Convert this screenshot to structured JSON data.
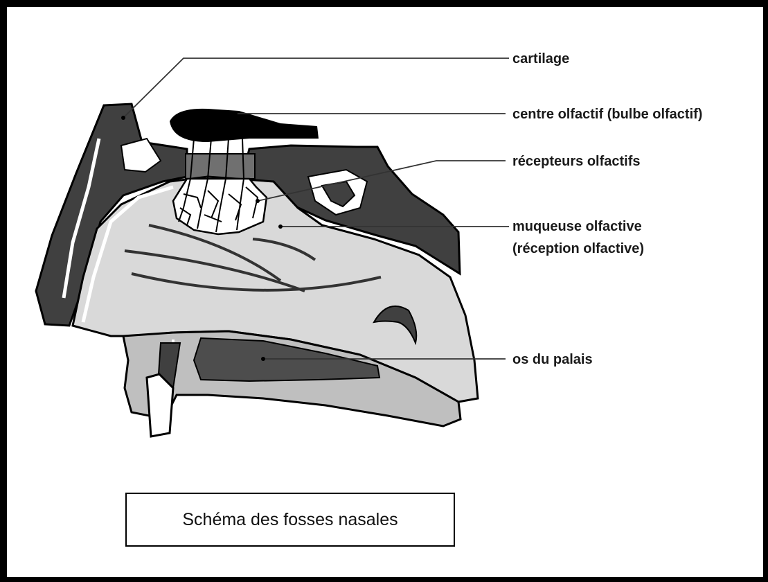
{
  "diagram": {
    "labels": {
      "cartilage": "cartilage",
      "olfactory_center": "centre olfactif (bulbe olfactif)",
      "olfactory_receptors": "récepteurs olfactifs",
      "olfactory_mucosa_line1": "muqueuse olfactive",
      "olfactory_mucosa_line2": "(réception olfactive)",
      "palate_bone": "os du palais"
    },
    "caption": "Schéma des fosses nasales"
  }
}
